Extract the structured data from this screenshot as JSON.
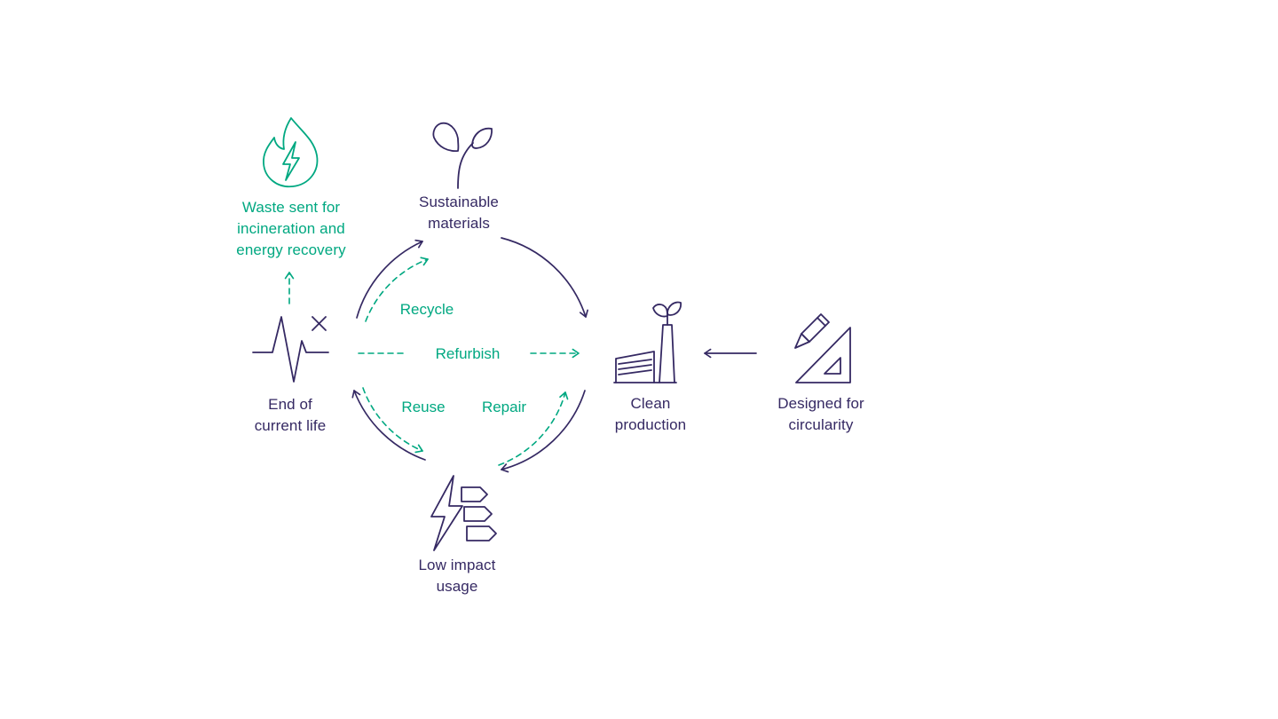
{
  "colors": {
    "purple": "#352963",
    "green": "#00A881",
    "background": "#ffffff"
  },
  "nodes": {
    "waste_recovery": {
      "label": "Waste sent for\nincineration and\nenergy recovery",
      "icon": "flame-lightning-icon"
    },
    "sustainable_materials": {
      "label": "Sustainable\nmaterials",
      "icon": "leaf-sprout-icon"
    },
    "end_of_current_life": {
      "label": "End of\ncurrent life",
      "icon": "flatline-pulse-x-icon"
    },
    "clean_production": {
      "label": "Clean\nproduction",
      "icon": "factory-sprout-icon"
    },
    "designed_for_circularity": {
      "label": "Designed for\ncircularity",
      "icon": "pencil-set-square-icon"
    },
    "low_impact_usage": {
      "label": "Low impact\nusage",
      "icon": "lightning-energy-label-icon"
    }
  },
  "flows": {
    "recycle": {
      "label": "Recycle"
    },
    "refurbish": {
      "label": "Refurbish"
    },
    "reuse": {
      "label": "Reuse"
    },
    "repair": {
      "label": "Repair"
    }
  }
}
